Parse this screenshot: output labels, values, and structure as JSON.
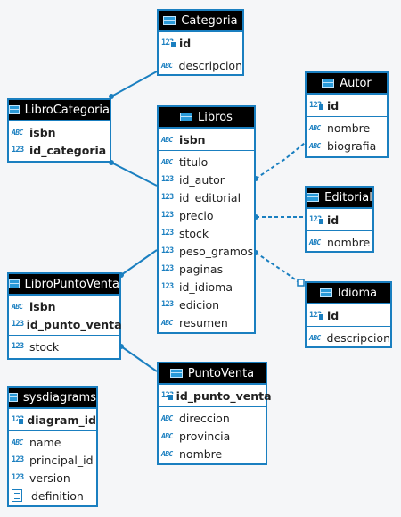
{
  "entities": {
    "categoria": {
      "title": "Categoria",
      "cols": [
        "id",
        "descripcion"
      ]
    },
    "autor": {
      "title": "Autor",
      "cols": [
        "id",
        "nombre",
        "biografia"
      ]
    },
    "libro_categoria": {
      "title": "LibroCategoria",
      "cols": [
        "isbn",
        "id_categoria"
      ]
    },
    "libros": {
      "title": "Libros",
      "cols": [
        "isbn",
        "titulo",
        "id_autor",
        "id_editorial",
        "precio",
        "stock",
        "peso_gramos",
        "paginas",
        "id_idioma",
        "edicion",
        "resumen"
      ]
    },
    "editorial": {
      "title": "Editorial",
      "cols": [
        "id",
        "nombre"
      ]
    },
    "idioma": {
      "title": "Idioma",
      "cols": [
        "id",
        "descripcion"
      ]
    },
    "libro_punto_venta": {
      "title": "LibroPuntoVenta",
      "cols": [
        "isbn",
        "id_punto_venta",
        "stock"
      ]
    },
    "punto_venta": {
      "title": "PuntoVenta",
      "cols": [
        "id_punto_venta",
        "direccion",
        "provincia",
        "nombre"
      ]
    },
    "sysdiagrams": {
      "title": "sysdiagrams",
      "cols": [
        "diagram_id",
        "name",
        "principal_id",
        "version",
        "definition"
      ]
    }
  },
  "type_labels": {
    "num": "123",
    "text": "ABC"
  },
  "colors": {
    "accent": "#1a7fc0",
    "header_bg": "#000000",
    "canvas": "#f5f6f8"
  }
}
